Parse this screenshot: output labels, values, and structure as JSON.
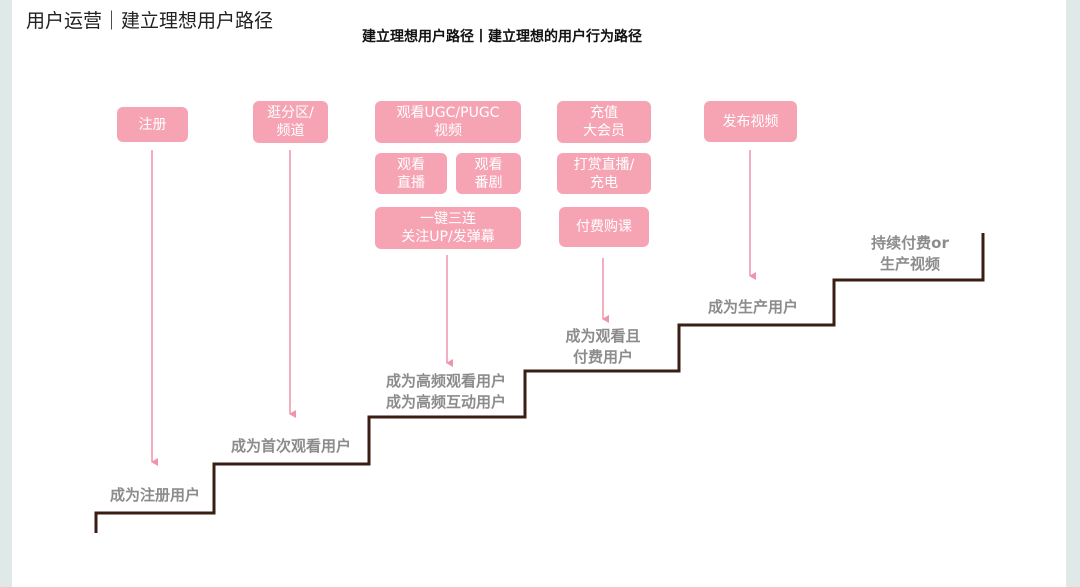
{
  "header": {
    "title": "用户运营｜建立理想用户路径"
  },
  "diagram": {
    "subtitle": "建立理想用户路径丨建立理想的用户行为路径",
    "colors": {
      "pill": "#f6a4b4",
      "arrow": "#f193aa",
      "stair": "#3a1e14",
      "stage_text": "#8c8c8c"
    },
    "actions": {
      "register": "注册",
      "browse": "逛分区/\n频道",
      "watch_ugc_pugc": "观看UGC/PUGC\n视频",
      "watch_live": "观看\n直播",
      "watch_drama": "观看\n番剧",
      "triple_follow": "一键三连\n关注UP/发弹幕",
      "recharge": "充值\n大会员",
      "tip_charge": "打赏直播/\n充电",
      "paid_course": "付费购课",
      "publish": "发布视频"
    },
    "stages": {
      "registered": "成为注册用户",
      "first_viewer": "成为首次观看用户",
      "high_freq": "成为高频观看用户\n成为高频互动用户",
      "paying": "成为观看且\n付费用户",
      "producer": "成为生产用户",
      "sustained": "持续付费or\n生产视频"
    }
  }
}
